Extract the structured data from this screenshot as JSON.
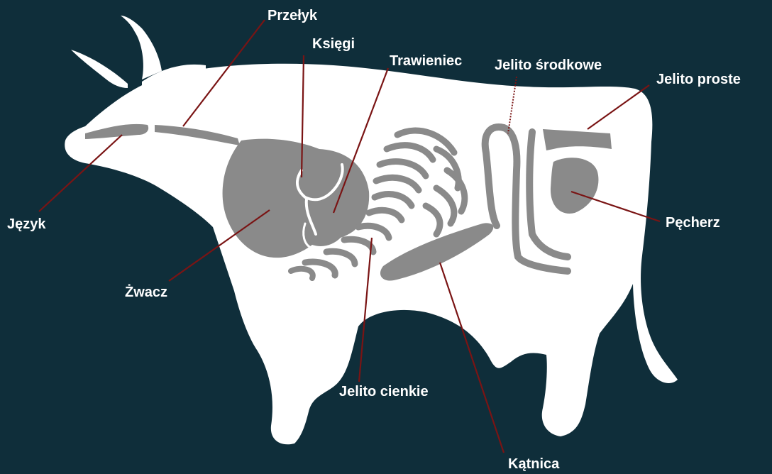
{
  "background_color": "#0f2e3a",
  "silhouette_color": "#ffffff",
  "organ_color": "#8a8a8a",
  "leader_color": "#7a1414",
  "labels": {
    "przelyk": "Przełyk",
    "ksiegi": "Księgi",
    "trawieniec": "Trawieniec",
    "jelito_srodkowe": "Jelito środkowe",
    "jelito_proste": "Jelito proste",
    "jezyk": "Język",
    "pecherz": "Pęcherz",
    "zwacz": "Żwacz",
    "jelito_cienkie": "Jelito cienkie",
    "katnica": "Kątnica"
  }
}
